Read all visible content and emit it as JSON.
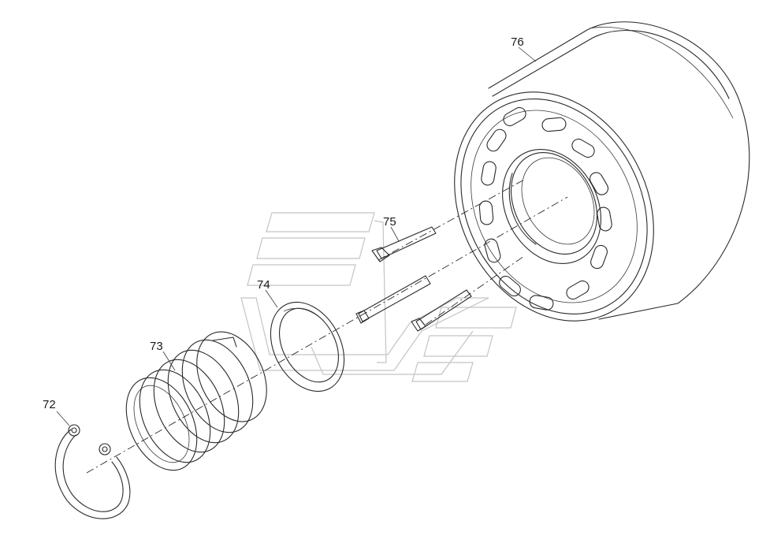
{
  "diagram": {
    "callouts": [
      {
        "id": "72",
        "text": "72"
      },
      {
        "id": "73",
        "text": "73"
      },
      {
        "id": "74",
        "text": "74"
      },
      {
        "id": "75",
        "text": "75"
      },
      {
        "id": "76",
        "text": "76"
      }
    ]
  }
}
